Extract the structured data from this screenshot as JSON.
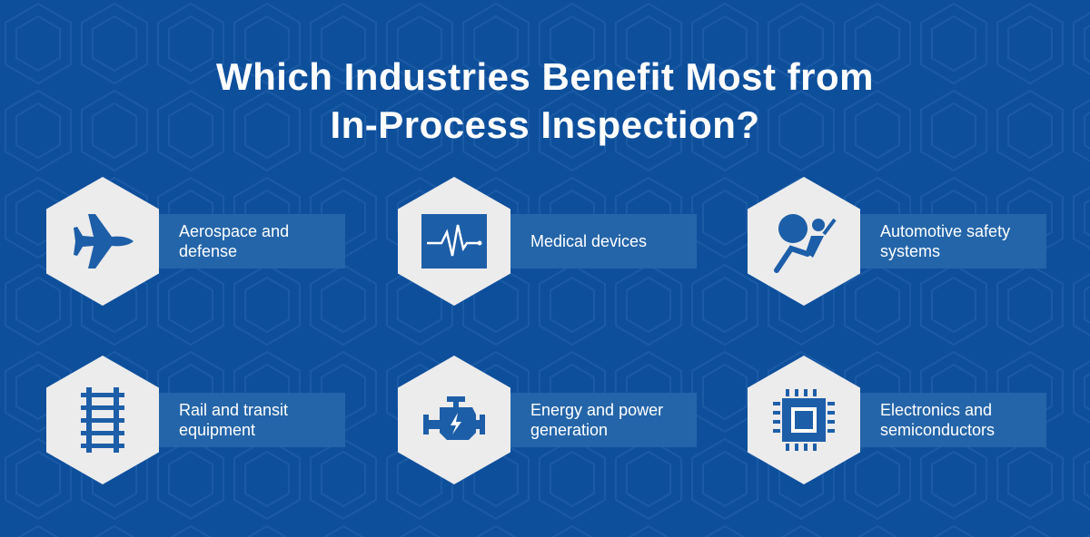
{
  "title": {
    "line1": "Which Industries Benefit Most from",
    "line2": "In-Process Inspection?"
  },
  "colors": {
    "background": "#0e4f9c",
    "label_box": "#2465a9",
    "hexagon": "#ececec",
    "icon": "#1d5ea8"
  },
  "industries": [
    {
      "label": "Aerospace and defense",
      "icon": "fighter-jet-icon"
    },
    {
      "label": "Medical devices",
      "icon": "heartbeat-monitor-icon"
    },
    {
      "label": "Automotive safety systems",
      "icon": "airbag-icon"
    },
    {
      "label": "Rail and transit equipment",
      "icon": "rail-track-icon"
    },
    {
      "label": "Energy and power generation",
      "icon": "engine-bolt-icon"
    },
    {
      "label": "Electronics and semiconductors",
      "icon": "chip-icon"
    }
  ]
}
